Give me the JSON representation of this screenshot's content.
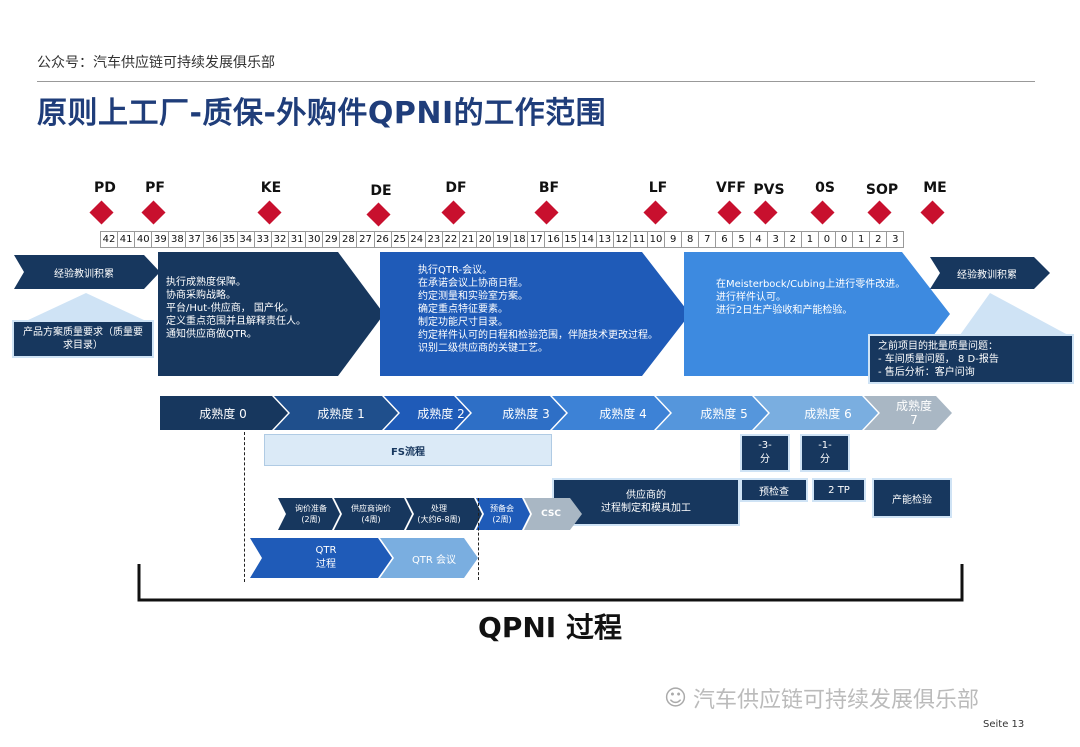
{
  "header": {
    "text": "公众号：汽车供应链可持续发展俱乐部"
  },
  "title": "原则上工厂-质保-外购件QPNI的工作范围",
  "milestones": [
    {
      "label": "PD"
    },
    {
      "label": "PF"
    },
    {
      "label": "KE"
    },
    {
      "label": "DE"
    },
    {
      "label": "DF"
    },
    {
      "label": "BF"
    },
    {
      "label": "LF"
    },
    {
      "label": "VFF"
    },
    {
      "label": "PVS"
    },
    {
      "label": "0S"
    },
    {
      "label": "SOP"
    },
    {
      "label": "ME"
    }
  ],
  "weeks": [
    "42",
    "41",
    "40",
    "39",
    "38",
    "37",
    "36",
    "35",
    "34",
    "33",
    "32",
    "31",
    "30",
    "29",
    "28",
    "27",
    "26",
    "25",
    "24",
    "23",
    "22",
    "21",
    "20",
    "19",
    "18",
    "17",
    "16",
    "15",
    "14",
    "13",
    "12",
    "11",
    "10",
    "9",
    "8",
    "7",
    "6",
    "5",
    "4",
    "3",
    "2",
    "1",
    "0",
    "0",
    "1",
    "2",
    "3"
  ],
  "left_arrow": {
    "label": "经验教训积累"
  },
  "left_box": {
    "text": "产品方案质量要求（质量要求目录）"
  },
  "right_arrow": {
    "label": "经验教训积累"
  },
  "right_box": {
    "text": "之前项目的批量质量问题：\n- 车间质量问题， 8 D-报告\n- 售后分析：客户问询"
  },
  "phase1": {
    "text": "执行成熟度保障。\n协商采购战略。\n平台/Hut-供应商， 国产化。\n定义重点范围并且解释责任人。\n通知供应商做QTR。"
  },
  "phase2": {
    "text": "执行QTR-会议。\n在承诺会议上协商日程。\n约定测量和实验室方案。\n确定重点特征要素。\n制定功能尺寸目录。\n约定样件认可的日程和检验范围，伴随技术更改过程。\n识别二级供应商的关键工艺。"
  },
  "phase3": {
    "text": "在Meisterbock/Cubing上进行零件改进。\n进行样件认可。\n进行2日生产验收和产能检验。"
  },
  "maturity": [
    {
      "label": "成熟度 0"
    },
    {
      "label": "成熟度 1"
    },
    {
      "label": "成熟度 2"
    },
    {
      "label": "成熟度 3"
    },
    {
      "label": "成熟度 4"
    },
    {
      "label": "成熟度 5"
    },
    {
      "label": "成熟度 6"
    },
    {
      "label": "成熟度\n7"
    }
  ],
  "fs": {
    "label": "FS流程"
  },
  "countdown": [
    {
      "label": "-3-\n分"
    },
    {
      "label": "-1-\n分"
    }
  ],
  "checks": [
    {
      "label": "预检查"
    },
    {
      "label": "2 TP"
    },
    {
      "label": "产能检验"
    }
  ],
  "supplier_box": {
    "label": "供应商的\n过程制定和模具加工"
  },
  "sub_steps": [
    {
      "label": "询价准备\n(2周)"
    },
    {
      "label": "供应商询价\n(4周)"
    },
    {
      "label": "处理\n(大约6-8周)"
    },
    {
      "label": "预备会\n(2周)"
    },
    {
      "label": "CSC"
    }
  ],
  "qtr": [
    {
      "label": "QTR\n过程"
    },
    {
      "label": "QTR 会议"
    }
  ],
  "bracket_label": "QPNI 过程",
  "watermark": "汽车供应链可持续发展俱乐部",
  "page_number": "Seite 13",
  "colors": {
    "dark_navy": "#17375e",
    "royal": "#1f5bb8",
    "light_blue": "#cfe3f5",
    "red": "#c8102e"
  }
}
